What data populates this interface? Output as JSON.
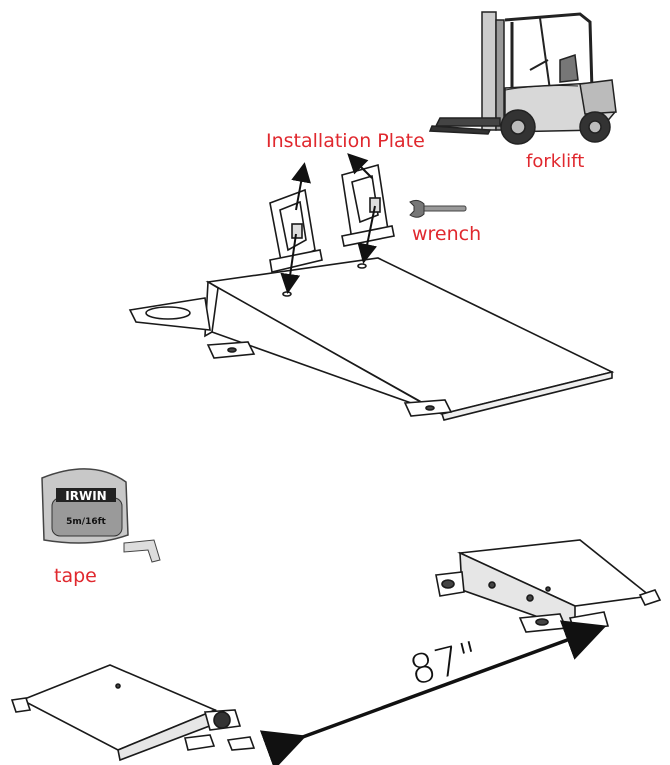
{
  "labels": {
    "installation_plate": "Installation Plate",
    "forklift": "forklift",
    "wrench": "wrench",
    "tape": "tape",
    "dimension": "87\""
  },
  "tape_measure": {
    "brand": "IRWIN",
    "size": "5m/16ft"
  },
  "colors": {
    "label_red": "#e0282e",
    "line": "#1a1a1a"
  },
  "icons": [
    "forklift-icon",
    "wrench-icon",
    "tape-measure-icon"
  ]
}
